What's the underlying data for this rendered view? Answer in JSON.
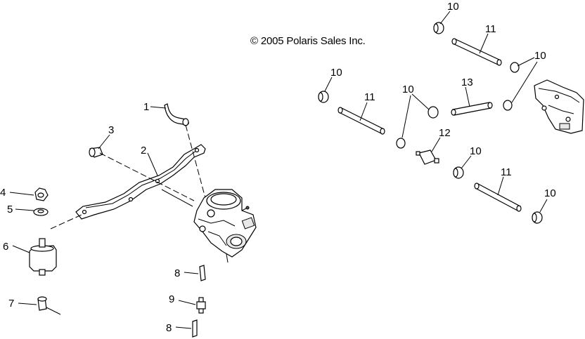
{
  "copyright": "© 2005 Polaris Sales Inc.",
  "callouts": [
    {
      "id": "c1",
      "text": "1"
    },
    {
      "id": "c2",
      "text": "2"
    },
    {
      "id": "c3",
      "text": "3"
    },
    {
      "id": "c4",
      "text": "4"
    },
    {
      "id": "c5",
      "text": "5"
    },
    {
      "id": "c6",
      "text": "6"
    },
    {
      "id": "c7",
      "text": "7"
    },
    {
      "id": "c8a",
      "text": "8"
    },
    {
      "id": "c8b",
      "text": "8"
    },
    {
      "id": "c9",
      "text": "9"
    },
    {
      "id": "c10a",
      "text": "10"
    },
    {
      "id": "c10b",
      "text": "10"
    },
    {
      "id": "c10c",
      "text": "10"
    },
    {
      "id": "c10d",
      "text": "10"
    },
    {
      "id": "c10e",
      "text": "10"
    },
    {
      "id": "c10f",
      "text": "10"
    },
    {
      "id": "c11a",
      "text": "11"
    },
    {
      "id": "c11b",
      "text": "11"
    },
    {
      "id": "c11c",
      "text": "11"
    },
    {
      "id": "c12",
      "text": "12"
    },
    {
      "id": "c13",
      "text": "13"
    }
  ]
}
